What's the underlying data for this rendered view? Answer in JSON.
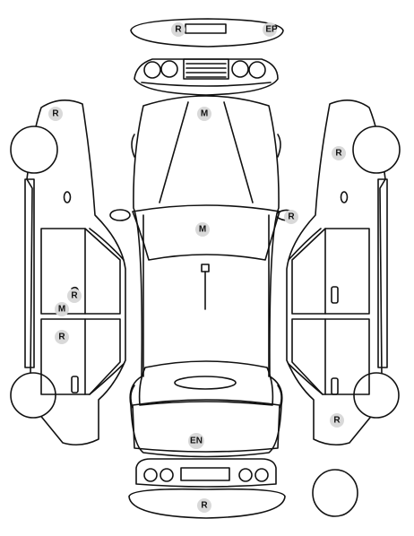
{
  "diagram": {
    "outline_color": "#111111",
    "marker_fill": "#d9d9d9",
    "markers": [
      {
        "id": "front-bumper-r",
        "label": "R"
      },
      {
        "id": "front-bumper-ep",
        "label": "EP"
      },
      {
        "id": "left-front-fender-r",
        "label": "R"
      },
      {
        "id": "hood-m",
        "label": "M"
      },
      {
        "id": "right-front-fender-r",
        "label": "R"
      },
      {
        "id": "windshield-m",
        "label": "M"
      },
      {
        "id": "right-mirror-r",
        "label": "R"
      },
      {
        "id": "left-door-r",
        "label": "R"
      },
      {
        "id": "left-door-m",
        "label": "M"
      },
      {
        "id": "left-rear-door-r",
        "label": "R"
      },
      {
        "id": "right-rear-quarter-r",
        "label": "R"
      },
      {
        "id": "trunk-en",
        "label": "EN"
      },
      {
        "id": "rear-bumper-r",
        "label": "R"
      }
    ]
  }
}
